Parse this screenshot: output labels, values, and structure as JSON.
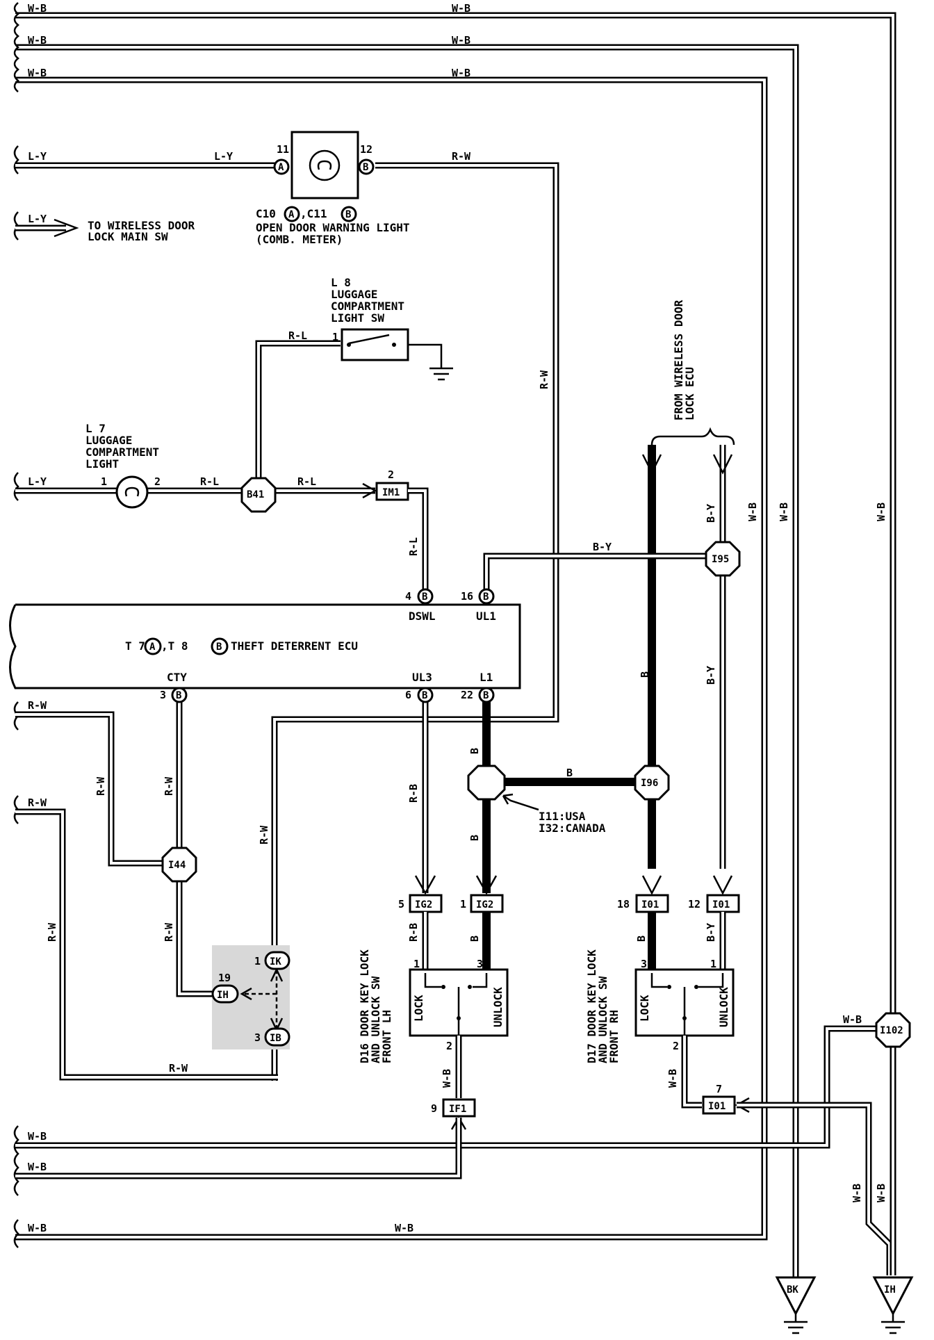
{
  "wires": {
    "wb": "W-B",
    "ly": "L-Y",
    "rw": "R-W",
    "rl": "R-L",
    "by": "B-Y",
    "b": "B",
    "rb": "R-B"
  },
  "open_door_light": {
    "pin_a": "11",
    "pin_b": "12",
    "id_prefix": "C10",
    "id_mid": ",C11",
    "conn_a": "A",
    "conn_b": "B",
    "name1": "OPEN DOOR WARNING LIGHT",
    "name2": "(COMB. METER)"
  },
  "to_wireless": {
    "line1": "TO WIRELESS DOOR",
    "line2": "LOCK MAIN SW"
  },
  "luggage_sw": {
    "id": "L 8",
    "line1": "LUGGAGE",
    "line2": "COMPARTMENT",
    "line3": "LIGHT SW",
    "pin": "1"
  },
  "luggage_light": {
    "id": "L 7",
    "line1": "LUGGAGE",
    "line2": "COMPARTMENT",
    "line3": "LIGHT",
    "pin1": "1",
    "pin2": "2"
  },
  "from_wireless": {
    "line1": "FROM WIRELESS DOOR",
    "line2": "LOCK ECU"
  },
  "junctions": {
    "b41": "B41",
    "i95": "I95",
    "i96": "I96",
    "i44": "I44",
    "i102": "I102",
    "im1": "IM1",
    "im1_pin": "2"
  },
  "ecu": {
    "title_pre": "T 7",
    "title_mid": ",T 8",
    "title_post": "THEFT DETERRENT ECU",
    "conn_a": "A",
    "conn_b": "B",
    "dswl": "DSWL",
    "ul1": "UL1",
    "cty": "CTY",
    "ul3": "UL3",
    "l1": "L1",
    "pin_dswl": "4",
    "pin_ul1": "16",
    "pin_cty": "3",
    "pin_ul3": "6",
    "pin_l1": "22"
  },
  "splice": {
    "line1": "I11:USA",
    "line2": "I32:CANADA"
  },
  "connectors": {
    "ig2": "IG2",
    "i01": "I01",
    "if1": "IF1",
    "ik": "IK",
    "ih": "IH",
    "ib": "IB",
    "ig2_pin_left": "5",
    "ig2_pin_right": "1",
    "i01_pin_left": "18",
    "i01_pin_right": "12",
    "i01_pin_low": "7",
    "if1_pin": "9",
    "ik_pin": "1",
    "ih_pin": "19",
    "ib_pin": "3"
  },
  "d16": {
    "line1": "D16 DOOR KEY LOCK",
    "line2": "AND UNLOCK SW",
    "line3": "FRONT LH",
    "lock": "LOCK",
    "unlock": "UNLOCK",
    "pin1": "1",
    "pin2": "2",
    "pin3": "3"
  },
  "d17": {
    "line1": "D17 DOOR KEY LOCK",
    "line2": "AND UNLOCK SW",
    "line3": "FRONT RH",
    "lock": "LOCK",
    "unlock": "UNLOCK",
    "pin1": "1",
    "pin2": "2",
    "pin3": "3"
  },
  "grounds": {
    "bk": "BK",
    "ih": "IH"
  }
}
